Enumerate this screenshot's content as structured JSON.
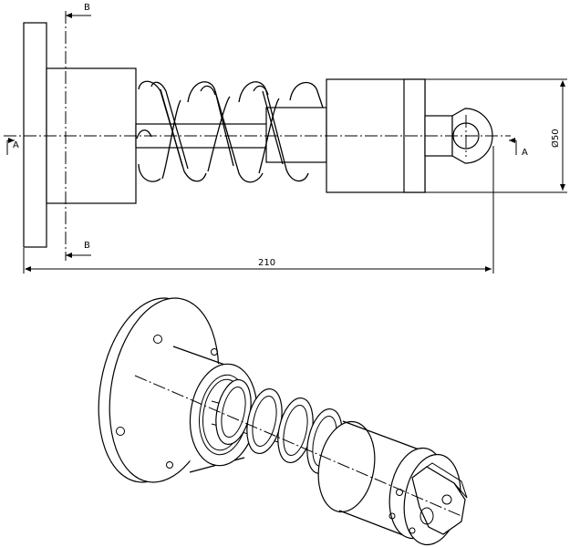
{
  "view_labels": {
    "section_a_top": "A",
    "section_a_right": "A",
    "section_b_top": "B",
    "section_b_bottom": "B"
  },
  "dimensions": {
    "overall_length": "210",
    "diameter": "Ø50"
  }
}
